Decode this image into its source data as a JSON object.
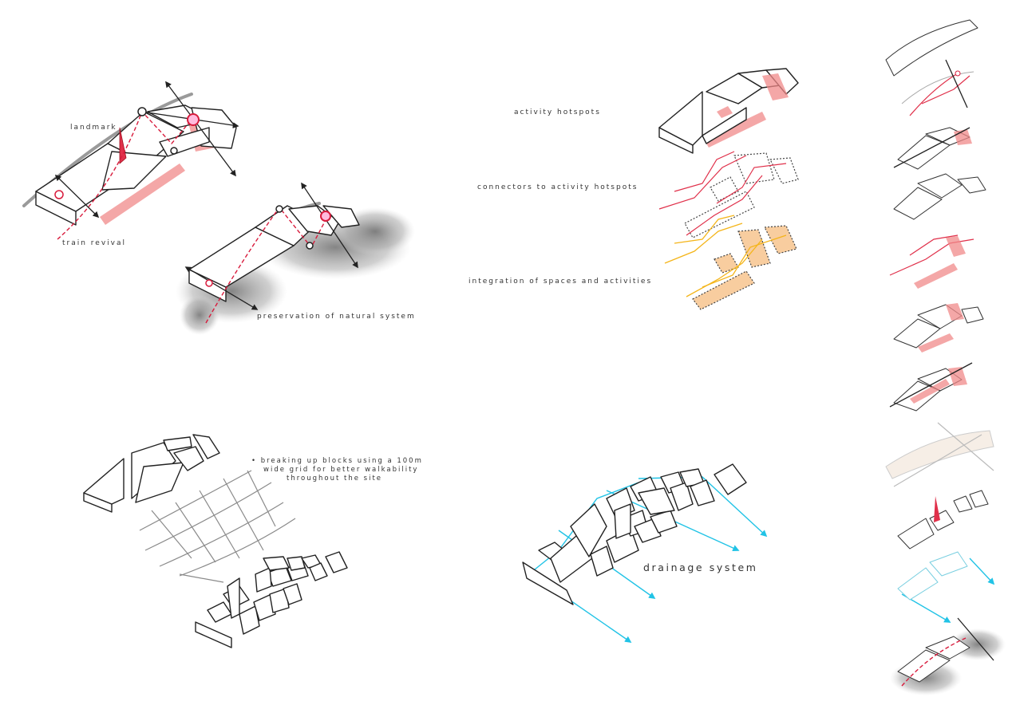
{
  "labels": {
    "landmark": "landmark",
    "train_revival": "train revival",
    "preservation": "preservation of natural system",
    "activity_hotspots": "activity hotspots",
    "connectors": "connectors to activity hotspots",
    "integration": "integration of spaces and activities",
    "grid_note_line1": "• breaking up blocks using a 100m",
    "grid_note_line2": "wide grid for better walkability",
    "grid_note_line3": "throughout the site",
    "drainage": "drainage system"
  },
  "colors": {
    "accent_red": "#e0304a",
    "drainage_cyan": "#21c3e6",
    "integration_orange": "#f4b51a"
  }
}
